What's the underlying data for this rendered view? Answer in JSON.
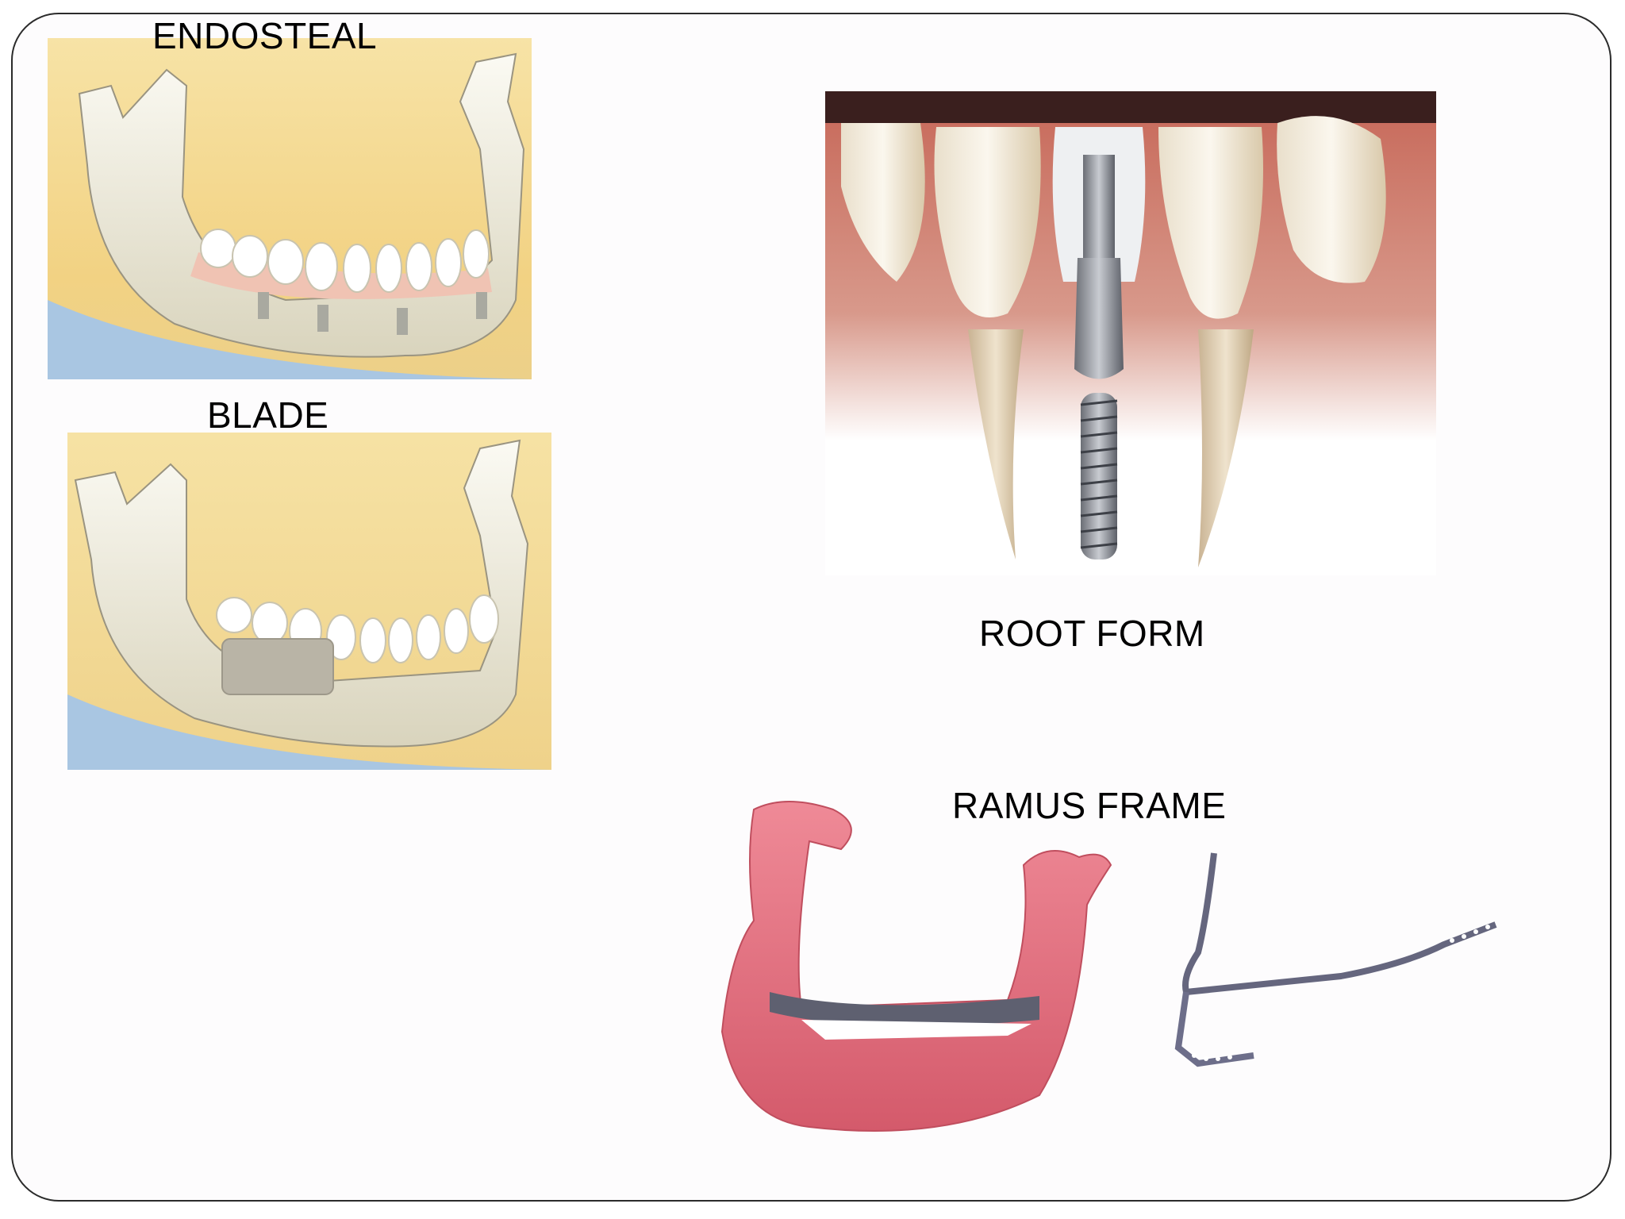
{
  "slide": {
    "background": "#fdfcfd",
    "border_color": "#2b2b2b"
  },
  "panels": [
    {
      "id": "endosteal",
      "label": "ENDOSTEAL",
      "image_desc": "Mandible illustration with implant-supported denture on endosteal posts"
    },
    {
      "id": "blade",
      "label": "BLADE",
      "image_desc": "Mandible illustration with blade implant"
    },
    {
      "id": "root_form",
      "label": "ROOT FORM",
      "image_desc": "Lower teeth with screw-type root form implant"
    },
    {
      "id": "ramus_frame",
      "label": "RAMUS FRAME",
      "image_desc": "Pink mandible model with metal ramus frame implant beside it"
    }
  ],
  "colors": {
    "bg_yellow": "#f4d98e",
    "bg_blue": "#a9c6e2",
    "bone": "#f3f1e6",
    "gum": "#d38a7c",
    "metal": "#8a8e99",
    "pink_model": "#e06a7a",
    "frame_metal": "#6d6e8a"
  }
}
